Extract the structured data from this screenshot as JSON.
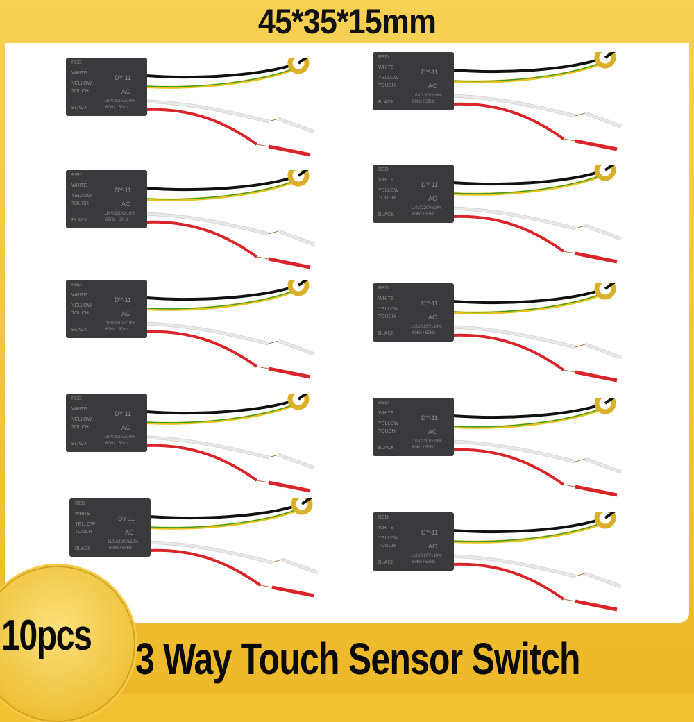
{
  "header": {
    "size_text": "45*35*15mm"
  },
  "badge": {
    "quantity": "10pcs"
  },
  "footer": {
    "product_title": "3 Way Touch Sensor Switch"
  },
  "module_labels": {
    "red": "RED",
    "white": "WHITE",
    "yellow": "YELLOW",
    "touch": "TOUCH",
    "black": "BLACK",
    "model": "DY-11",
    "ac": "AC",
    "voltage": "110V/220V±10%",
    "frequency": "60Hz / 50Hz"
  },
  "colors": {
    "accent": "#f2c232",
    "wire_black": "#111111",
    "wire_yellow": "#e6c21a",
    "wire_green": "#3a9a2a",
    "wire_white": "#e8e8e8",
    "wire_red": "#d8252a",
    "ring": "#d9b02a"
  }
}
